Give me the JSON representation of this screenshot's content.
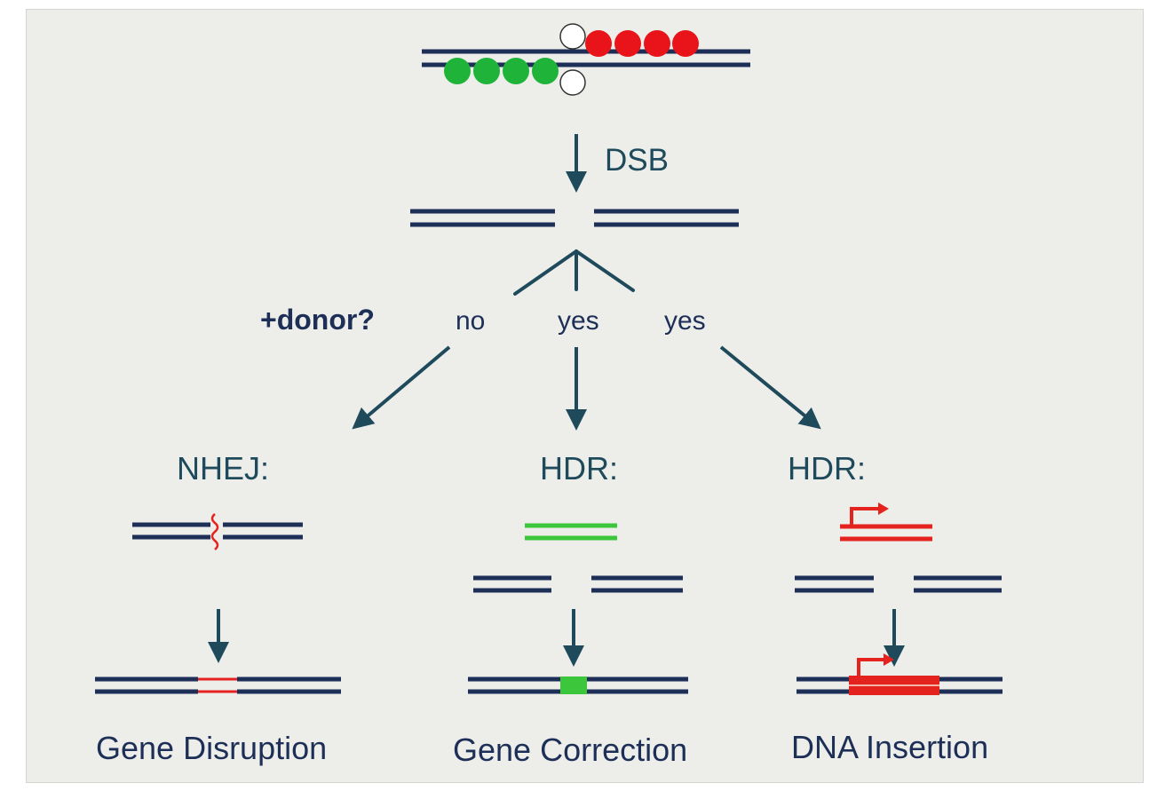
{
  "labels": {
    "dsb": "DSB",
    "donor_question": "+donor?",
    "branch_no": "no",
    "branch_yes_1": "yes",
    "branch_yes_2": "yes",
    "nhej": "NHEJ:",
    "hdr_1": "HDR:",
    "hdr_2": "HDR:",
    "outcome_disruption": "Gene Disruption",
    "outcome_correction": "Gene Correction",
    "outcome_insertion": "DNA Insertion"
  },
  "colors": {
    "background": "#edeee9",
    "dna_strand": "#1d2f57",
    "arrow": "#1e4a5c",
    "nuclease_red": "#e8141a",
    "nuclease_green": "#1fb33a",
    "donor_green": "#3cc63c",
    "insert_red": "#e5231e"
  }
}
